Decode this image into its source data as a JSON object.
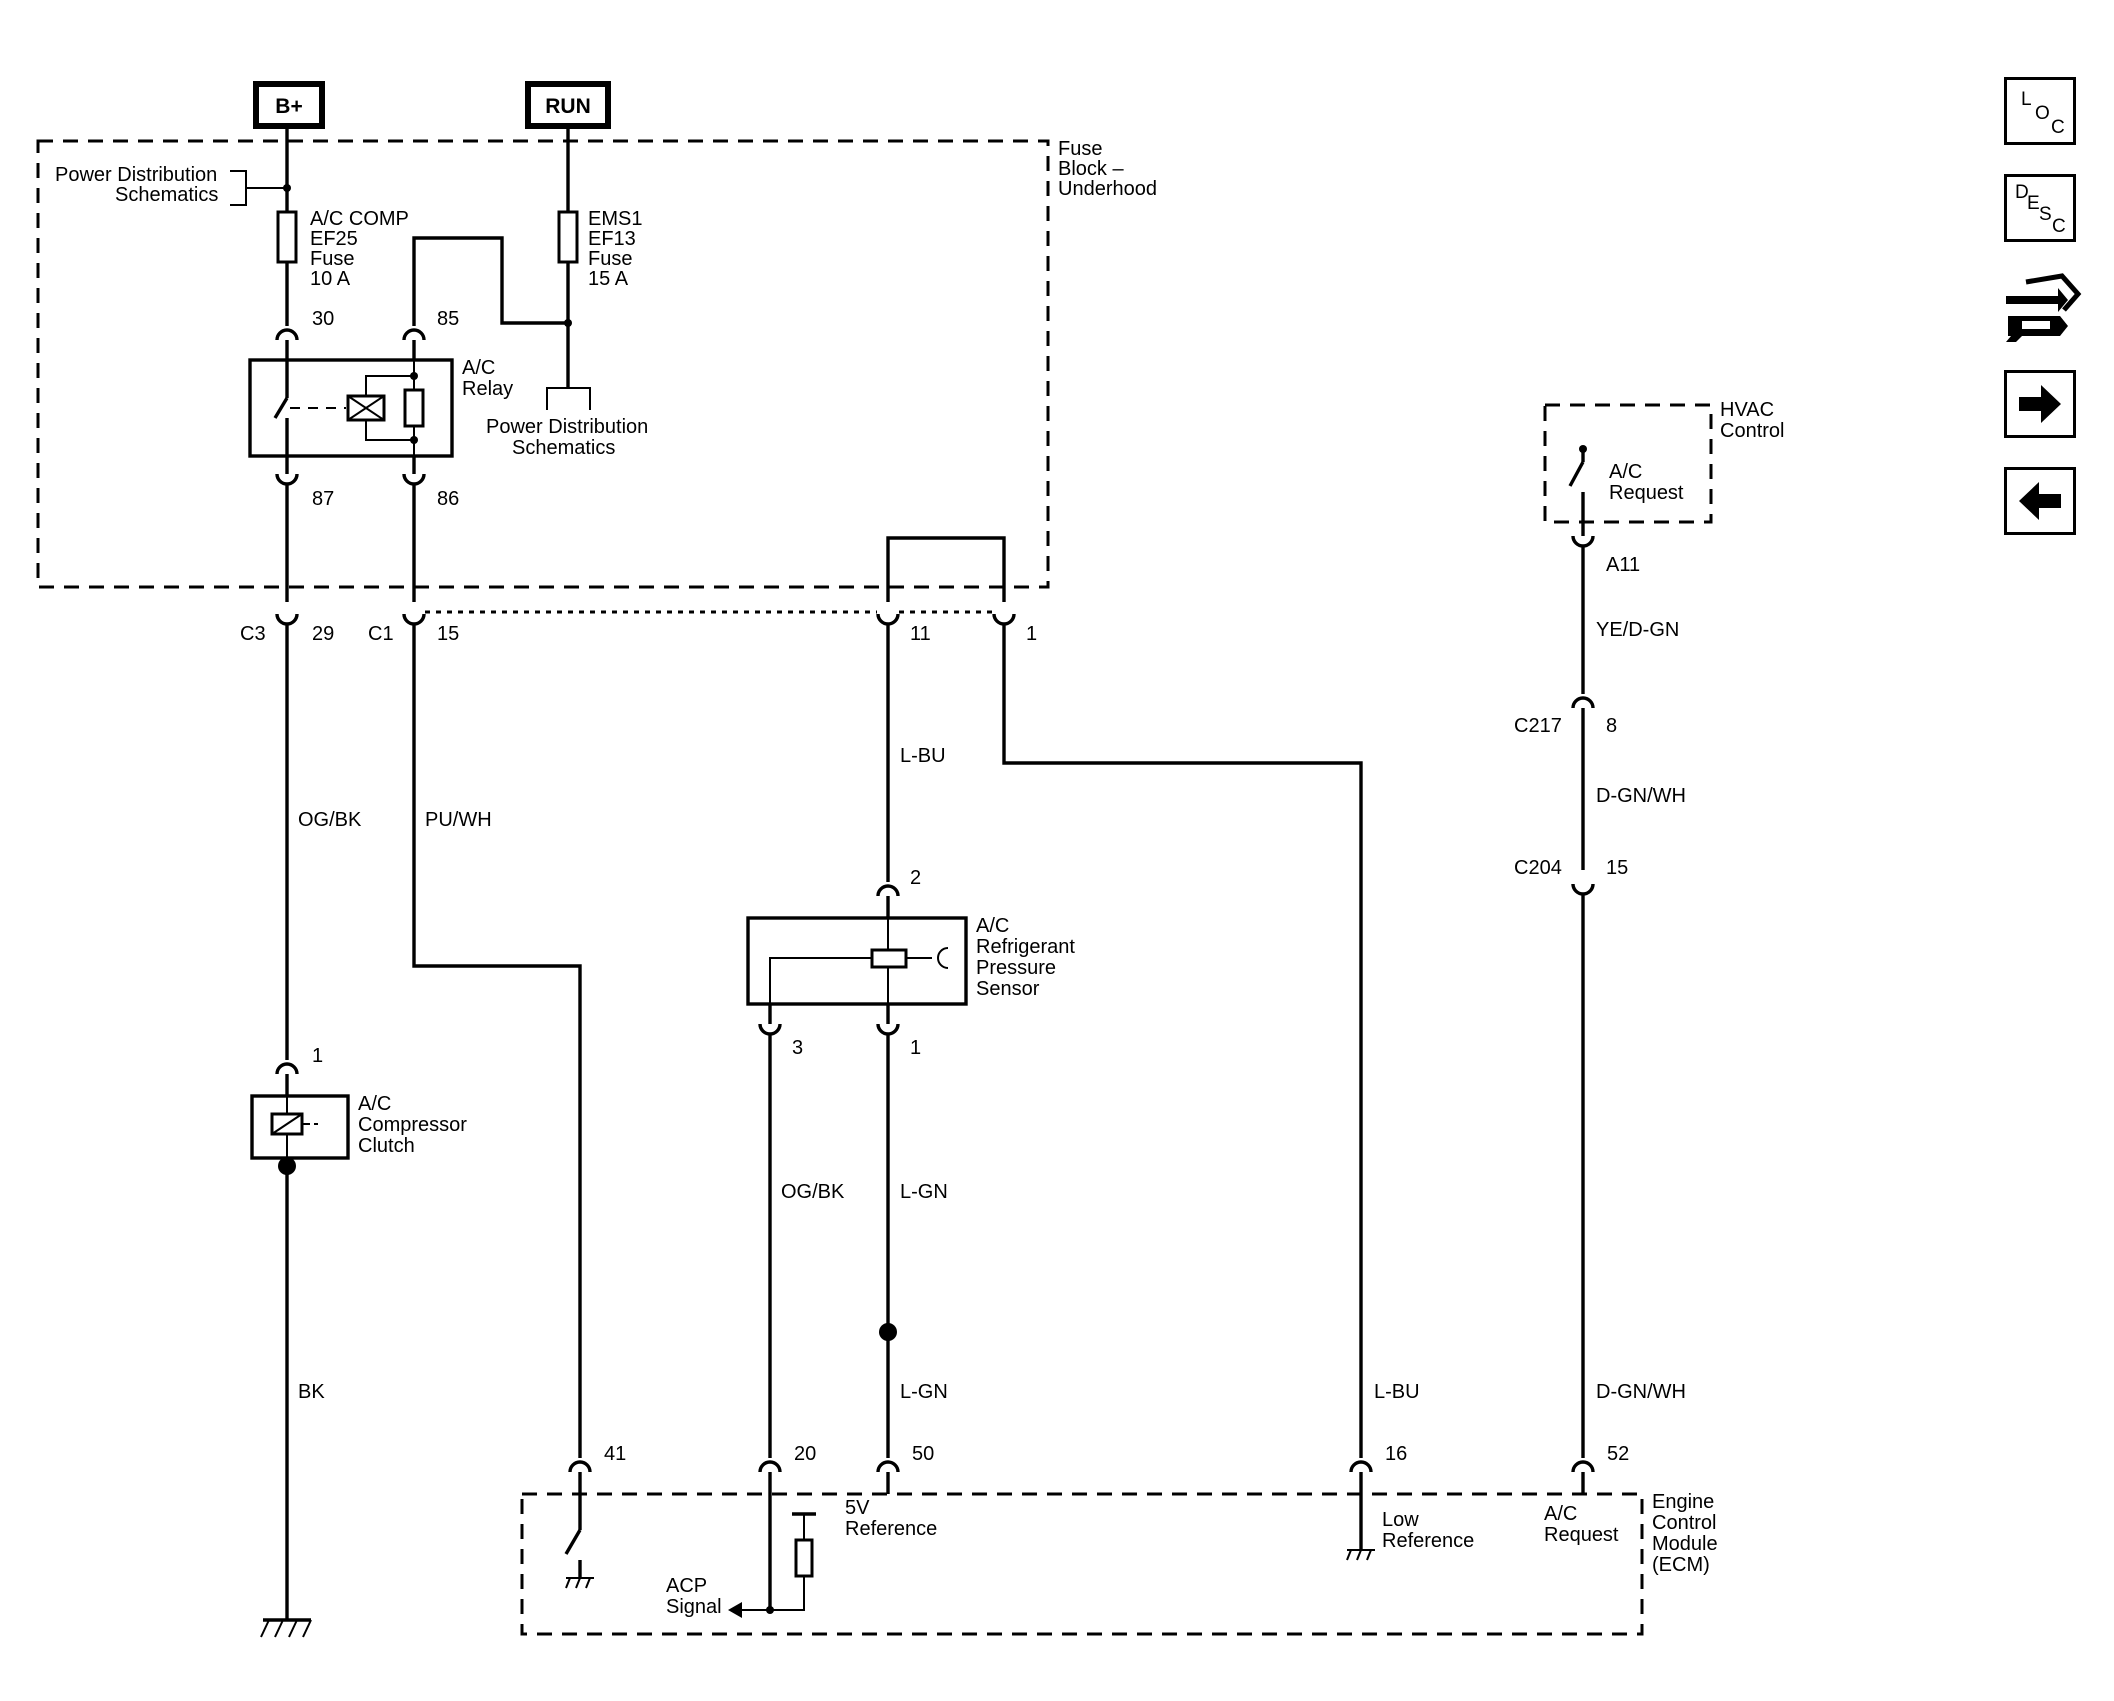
{
  "power_sources": {
    "battery": "B+",
    "run": "RUN"
  },
  "fuse_block": {
    "title": [
      "Fuse",
      "Block –",
      "Underhood"
    ]
  },
  "power_dist": {
    "label": [
      "Power Distribution",
      "Schematics"
    ]
  },
  "fuses": {
    "ac_comp": [
      "A/C COMP",
      "EF25",
      "Fuse",
      "10 A"
    ],
    "ems1": [
      "EMS1",
      "EF13",
      "Fuse",
      "15 A"
    ]
  },
  "relay": {
    "label": [
      "A/C",
      "Relay"
    ],
    "pins": [
      "30",
      "85",
      "87",
      "86"
    ]
  },
  "connectors": {
    "c3": "C3",
    "c3_pin": "29",
    "c1": "C1",
    "c1_pin": "15",
    "jumper_pins": [
      "11",
      "1"
    ],
    "c217": "C217",
    "c217_pin": "8",
    "c204": "C204",
    "c204_pin": "15",
    "hvac_pin": "A11"
  },
  "wires": {
    "og_bk": "OG/BK",
    "pu_wh": "PU/WH",
    "l_bu": "L-BU",
    "ye_dgn": "YE/D-GN",
    "dgn_wh": "D-GN/WH",
    "bk": "BK",
    "l_gn": "L-GN"
  },
  "pressure_sensor": {
    "label": [
      "A/C",
      "Refrigerant",
      "Pressure",
      "Sensor"
    ],
    "pins": [
      "2",
      "3",
      "1"
    ]
  },
  "compressor_clutch": {
    "label": [
      "A/C",
      "Compressor",
      "Clutch"
    ],
    "pin": "1"
  },
  "hvac_control": {
    "label": [
      "HVAC",
      "Control"
    ],
    "switch_label": [
      "A/C",
      "Request"
    ]
  },
  "ecm": {
    "label": [
      "Engine",
      "Control",
      "Module",
      "(ECM)"
    ],
    "pins": [
      "41",
      "20",
      "50",
      "16",
      "52"
    ],
    "ref5v": [
      "5V",
      "Reference"
    ],
    "acp": [
      "ACP",
      "Signal"
    ],
    "low_ref": [
      "Low",
      "Reference"
    ],
    "ac_request": [
      "A/C",
      "Request"
    ]
  },
  "nav": {
    "loc": [
      "L",
      "O",
      "C"
    ],
    "desc": [
      "D",
      "E",
      "S",
      "C"
    ]
  }
}
